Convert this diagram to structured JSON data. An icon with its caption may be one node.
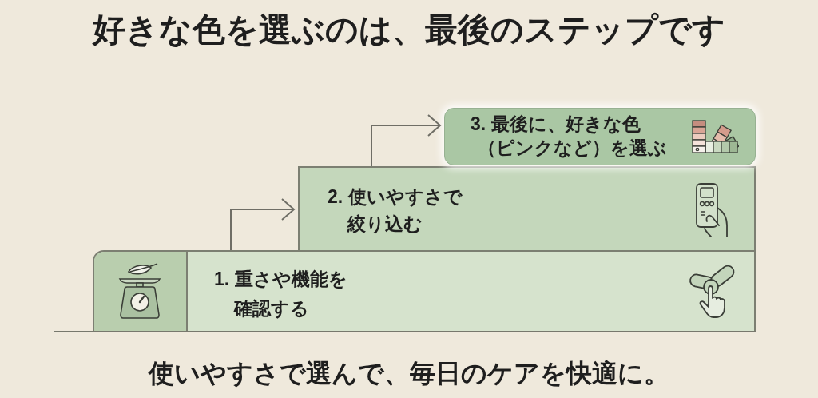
{
  "diagram": {
    "title": "好きな色を選ぶのは、最後のステップです",
    "caption": "使いやすさで選んで、毎日のケアを快適に。",
    "nodes": [
      {
        "text": [
          "1. 重さや機能を確認する"
        ]
      },
      {
        "text": [
          "2. 使いやすさで絞り込む"
        ]
      },
      {
        "text": [
          "3. 最後に、好きな色（ピンクなど）を選ぶ"
        ]
      }
    ],
    "edges": [
      {
        "from": 0,
        "to": 1,
        "arrow": "to"
      },
      {
        "from": 1,
        "to": 2,
        "arrow": "to"
      }
    ]
  }
}
